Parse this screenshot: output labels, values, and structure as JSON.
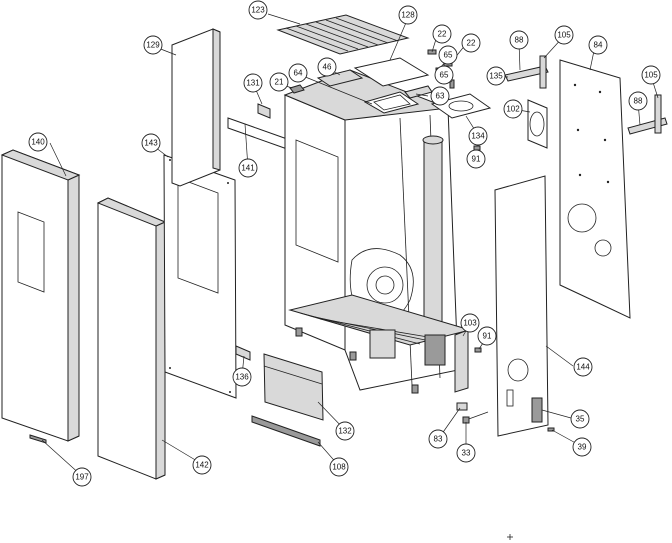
{
  "callouts": [
    {
      "id": "123"
    },
    {
      "id": "128"
    },
    {
      "id": "22a",
      "label": "22"
    },
    {
      "id": "22b",
      "label": "22"
    },
    {
      "id": "65a",
      "label": "65"
    },
    {
      "id": "65b",
      "label": "65"
    },
    {
      "id": "88a",
      "label": "88"
    },
    {
      "id": "105a",
      "label": "105"
    },
    {
      "id": "84"
    },
    {
      "id": "129"
    },
    {
      "id": "46"
    },
    {
      "id": "131"
    },
    {
      "id": "21"
    },
    {
      "id": "64"
    },
    {
      "id": "63"
    },
    {
      "id": "135"
    },
    {
      "id": "102"
    },
    {
      "id": "105b",
      "label": "105"
    },
    {
      "id": "88b",
      "label": "88"
    },
    {
      "id": "134"
    },
    {
      "id": "140"
    },
    {
      "id": "143"
    },
    {
      "id": "141"
    },
    {
      "id": "91a",
      "label": "91"
    },
    {
      "id": "103"
    },
    {
      "id": "91b",
      "label": "91"
    },
    {
      "id": "144"
    },
    {
      "id": "136"
    },
    {
      "id": "132"
    },
    {
      "id": "35"
    },
    {
      "id": "83"
    },
    {
      "id": "39"
    },
    {
      "id": "33"
    },
    {
      "id": "142"
    },
    {
      "id": "108"
    },
    {
      "id": "197"
    }
  ],
  "labels": {
    "123": "123",
    "128": "128",
    "22a": "22",
    "22b": "22",
    "65a": "65",
    "65b": "65",
    "88a": "88",
    "105a": "105",
    "84": "84",
    "129": "129",
    "46": "46",
    "131": "131",
    "21": "21",
    "64": "64",
    "63": "63",
    "135": "135",
    "102": "102",
    "105b": "105",
    "88b": "88",
    "134": "134",
    "140": "140",
    "143": "143",
    "141": "141",
    "91a": "91",
    "103": "103",
    "91b": "91",
    "144": "144",
    "136": "136",
    "132": "132",
    "35": "35",
    "83": "83",
    "39": "39",
    "33": "33",
    "142": "142",
    "108": "108",
    "197": "197"
  }
}
